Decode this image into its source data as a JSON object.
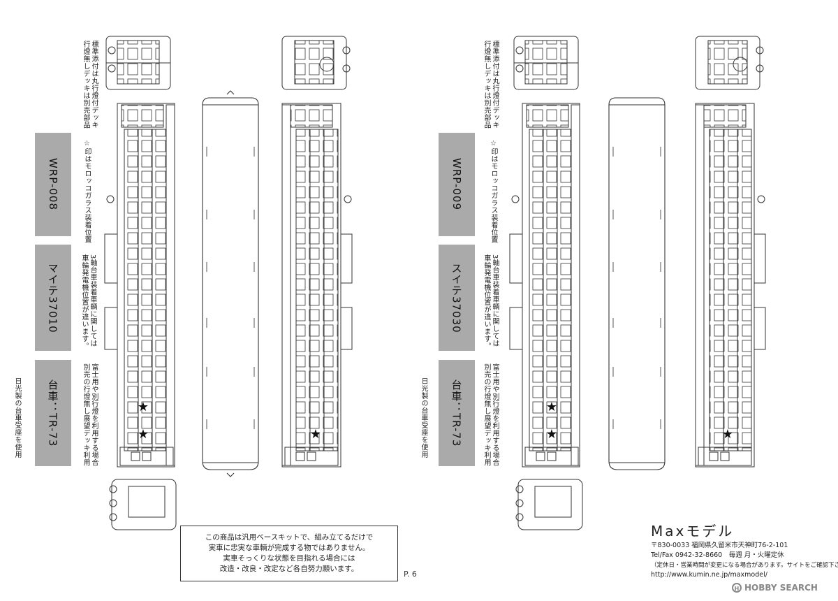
{
  "left": {
    "note_std": [
      "標準添付は丸行燈付デッキ",
      "行燈無しデッキは別売部品"
    ],
    "note_star": "☆印はモロッコガラス装着位置",
    "note_3axle": [
      "3軸台車装着車輌に関しては",
      "車輪発電機位置が違います。"
    ],
    "note_fuji": [
      "富士用や別行燈を利用する場合",
      "別売の行燈無し展望デッキ利用"
    ],
    "note_nikko": "日光製の台車受座を使用",
    "labels": [
      "WRP-008",
      "マイテ37010",
      "台車：TR-73"
    ]
  },
  "right": {
    "note_std": [
      "標準添付は丸行燈付デッキ",
      "行燈無しデッキは別売部品"
    ],
    "note_star": "☆印はモロッコガラス装着位置",
    "note_3axle": [
      "3軸台車装着車輌に関しては",
      "車輪発電機位置が違います。"
    ],
    "note_fuji": [
      "富士用や別行燈を利用する場合",
      "別売の行燈無し展望デッキ利用"
    ],
    "note_nikko": "日光製の台車受座を使用",
    "labels": [
      "WRP-009",
      "スイテ37030",
      "台車：TR-73"
    ]
  },
  "notice": [
    "この商品は汎用ベースキットで、組み立てるだけで",
    "実車に忠実な車輌が完成する物ではありません。",
    "実車そっくりな状態を目指れる場合には",
    "改造・改良・改定など各自努力願います。"
  ],
  "page_number": "P. 6",
  "maker": {
    "name": "Maxモデル",
    "address": "〒830-0033 福岡県久留米市天神町76-2-101",
    "tel": "Tel/Fax 0942-32-8660　毎週 月・火曜定休",
    "holiday_note": "（定休日・営業時間が変更になる場合があります。サイトをご確認下さい）",
    "url": "http://www.kumin.ne.jp/maxmodel/"
  },
  "credit": {
    "symbol": "H",
    "text": "HOBBY SEARCH"
  }
}
